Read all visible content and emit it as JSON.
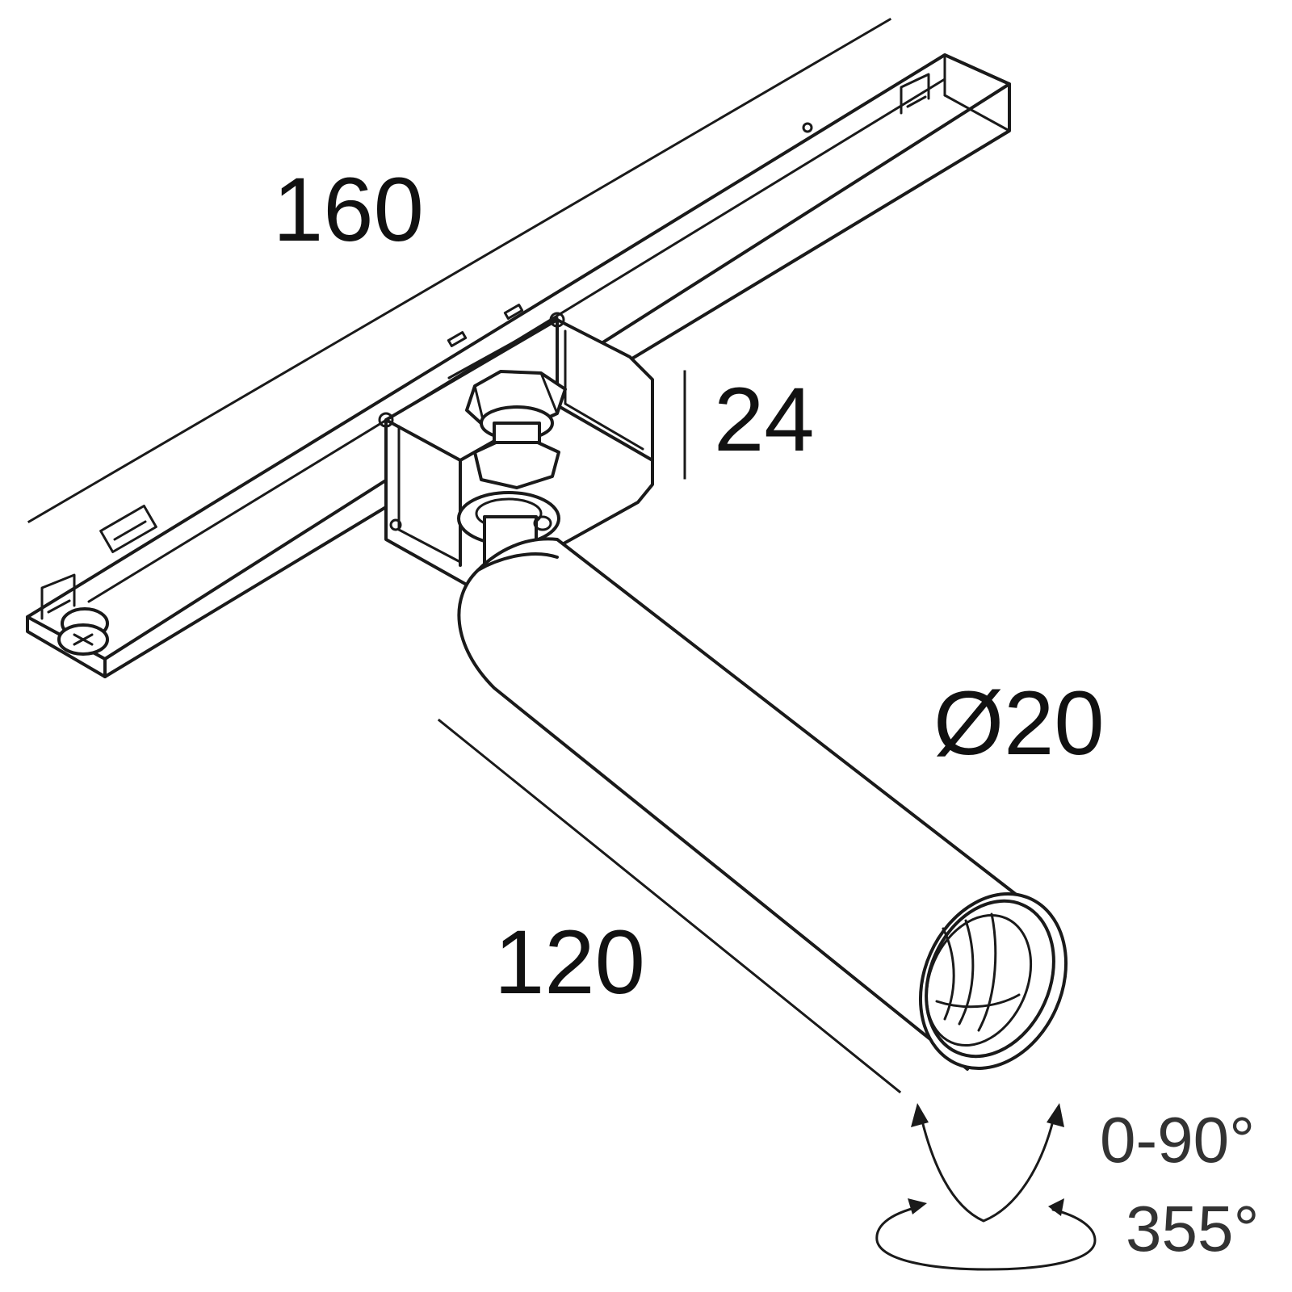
{
  "dimensions": {
    "length": "160",
    "height": "24",
    "diameter": "Ø20",
    "tube_length": "120",
    "tilt": "0-90°",
    "rotation": "355°"
  }
}
